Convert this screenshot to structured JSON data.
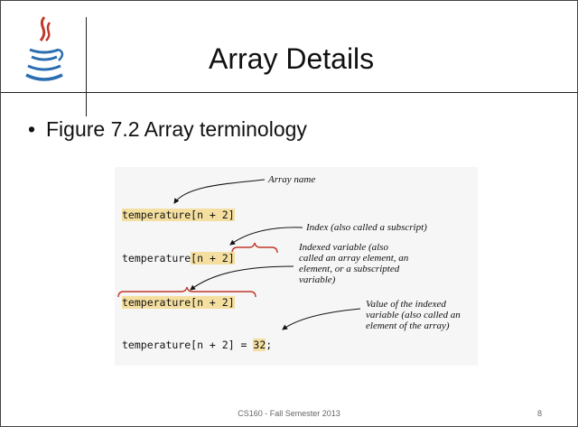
{
  "slide": {
    "title": "Array Details",
    "bullet": "Figure 7.2 Array terminology",
    "footer": "CS160 - Fall Semester 2013",
    "page_number": "8",
    "logo_icon": "java-coffee-cup-icon"
  },
  "figure": {
    "code_line1": "temperature[n + 2]",
    "code_line2_name": "temperature",
    "code_line2_index": "[n + 2]",
    "code_line3": "temperature[n + 2]",
    "code_line4_var": "temperature[n + 2] = ",
    "code_line4_value": "32",
    "code_line4_end": ";",
    "annotations": {
      "array_name": "Array name",
      "index": "Index (also called a subscript)",
      "indexed_variable": [
        "Indexed variable (also",
        "called an array element, an",
        "element, or a subscripted",
        "variable)"
      ],
      "value": [
        "Value of the indexed",
        "variable (also called an",
        "element of the array)"
      ]
    }
  },
  "colors": {
    "highlight": "#f4dfa0",
    "brace": "#c0392b",
    "java_red": "#c0392b",
    "java_blue": "#2a6db0"
  }
}
